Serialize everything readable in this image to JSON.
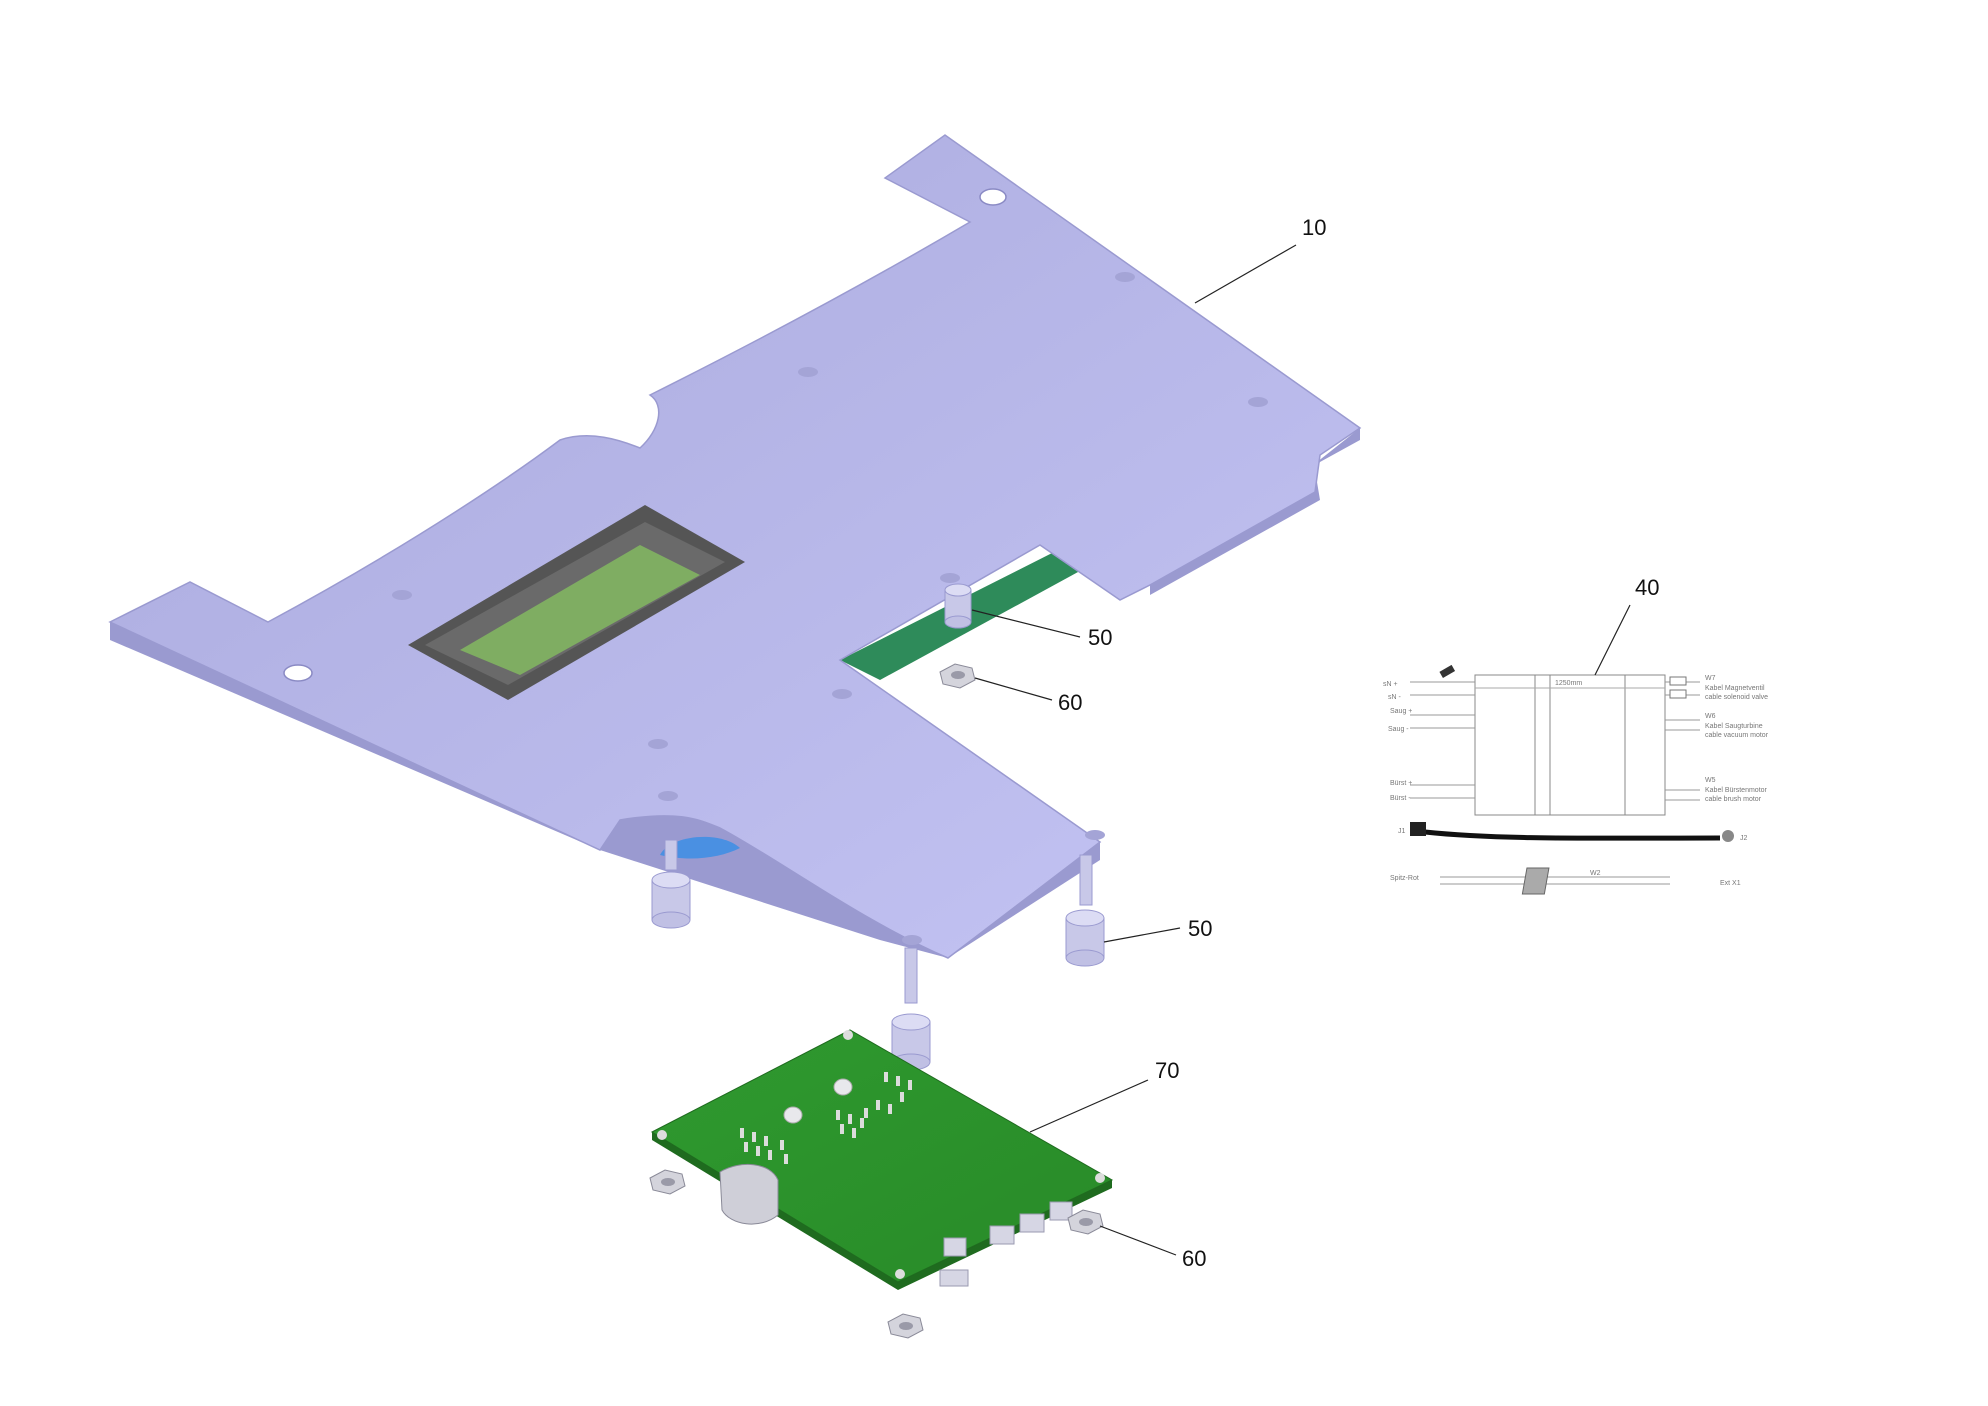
{
  "diagram": {
    "colors": {
      "plate": "#b6b6e6",
      "plate_edge": "#9a9ad0",
      "pcb": "#2e8b2e",
      "pcb_dark": "#226d22",
      "lcd_frame": "#555555",
      "lcd_screen": "#7fad62",
      "spacer": "#c8c8e8",
      "buzzer": "#4a90e2",
      "line": "#222222"
    },
    "callouts": {
      "c10": "10",
      "c40": "40",
      "c50a": "50",
      "c50b": "50",
      "c60a": "60",
      "c60b": "60",
      "c70": "70"
    },
    "wiring": {
      "length_label": "1250mm",
      "left_labels": [
        "sN +",
        "sN -",
        "Saug +",
        "Saug -",
        "Bürst +",
        "Bürst -",
        "Spitz-Rot"
      ],
      "w7_label": "W7",
      "w7_de": "Kabel Magnetventil",
      "w7_en": "cable solenoid valve",
      "w6_label": "W6",
      "w6_de": "Kabel Saugturbine",
      "w6_en": "cable vacuum motor",
      "w5_label": "W5",
      "w5_de": "Kabel Bürstenmotor",
      "w5_en": "cable brush motor",
      "w2_label": "W2",
      "ext_label": "Ext X1",
      "j1_label": "J1",
      "j2_label": "J2"
    }
  }
}
